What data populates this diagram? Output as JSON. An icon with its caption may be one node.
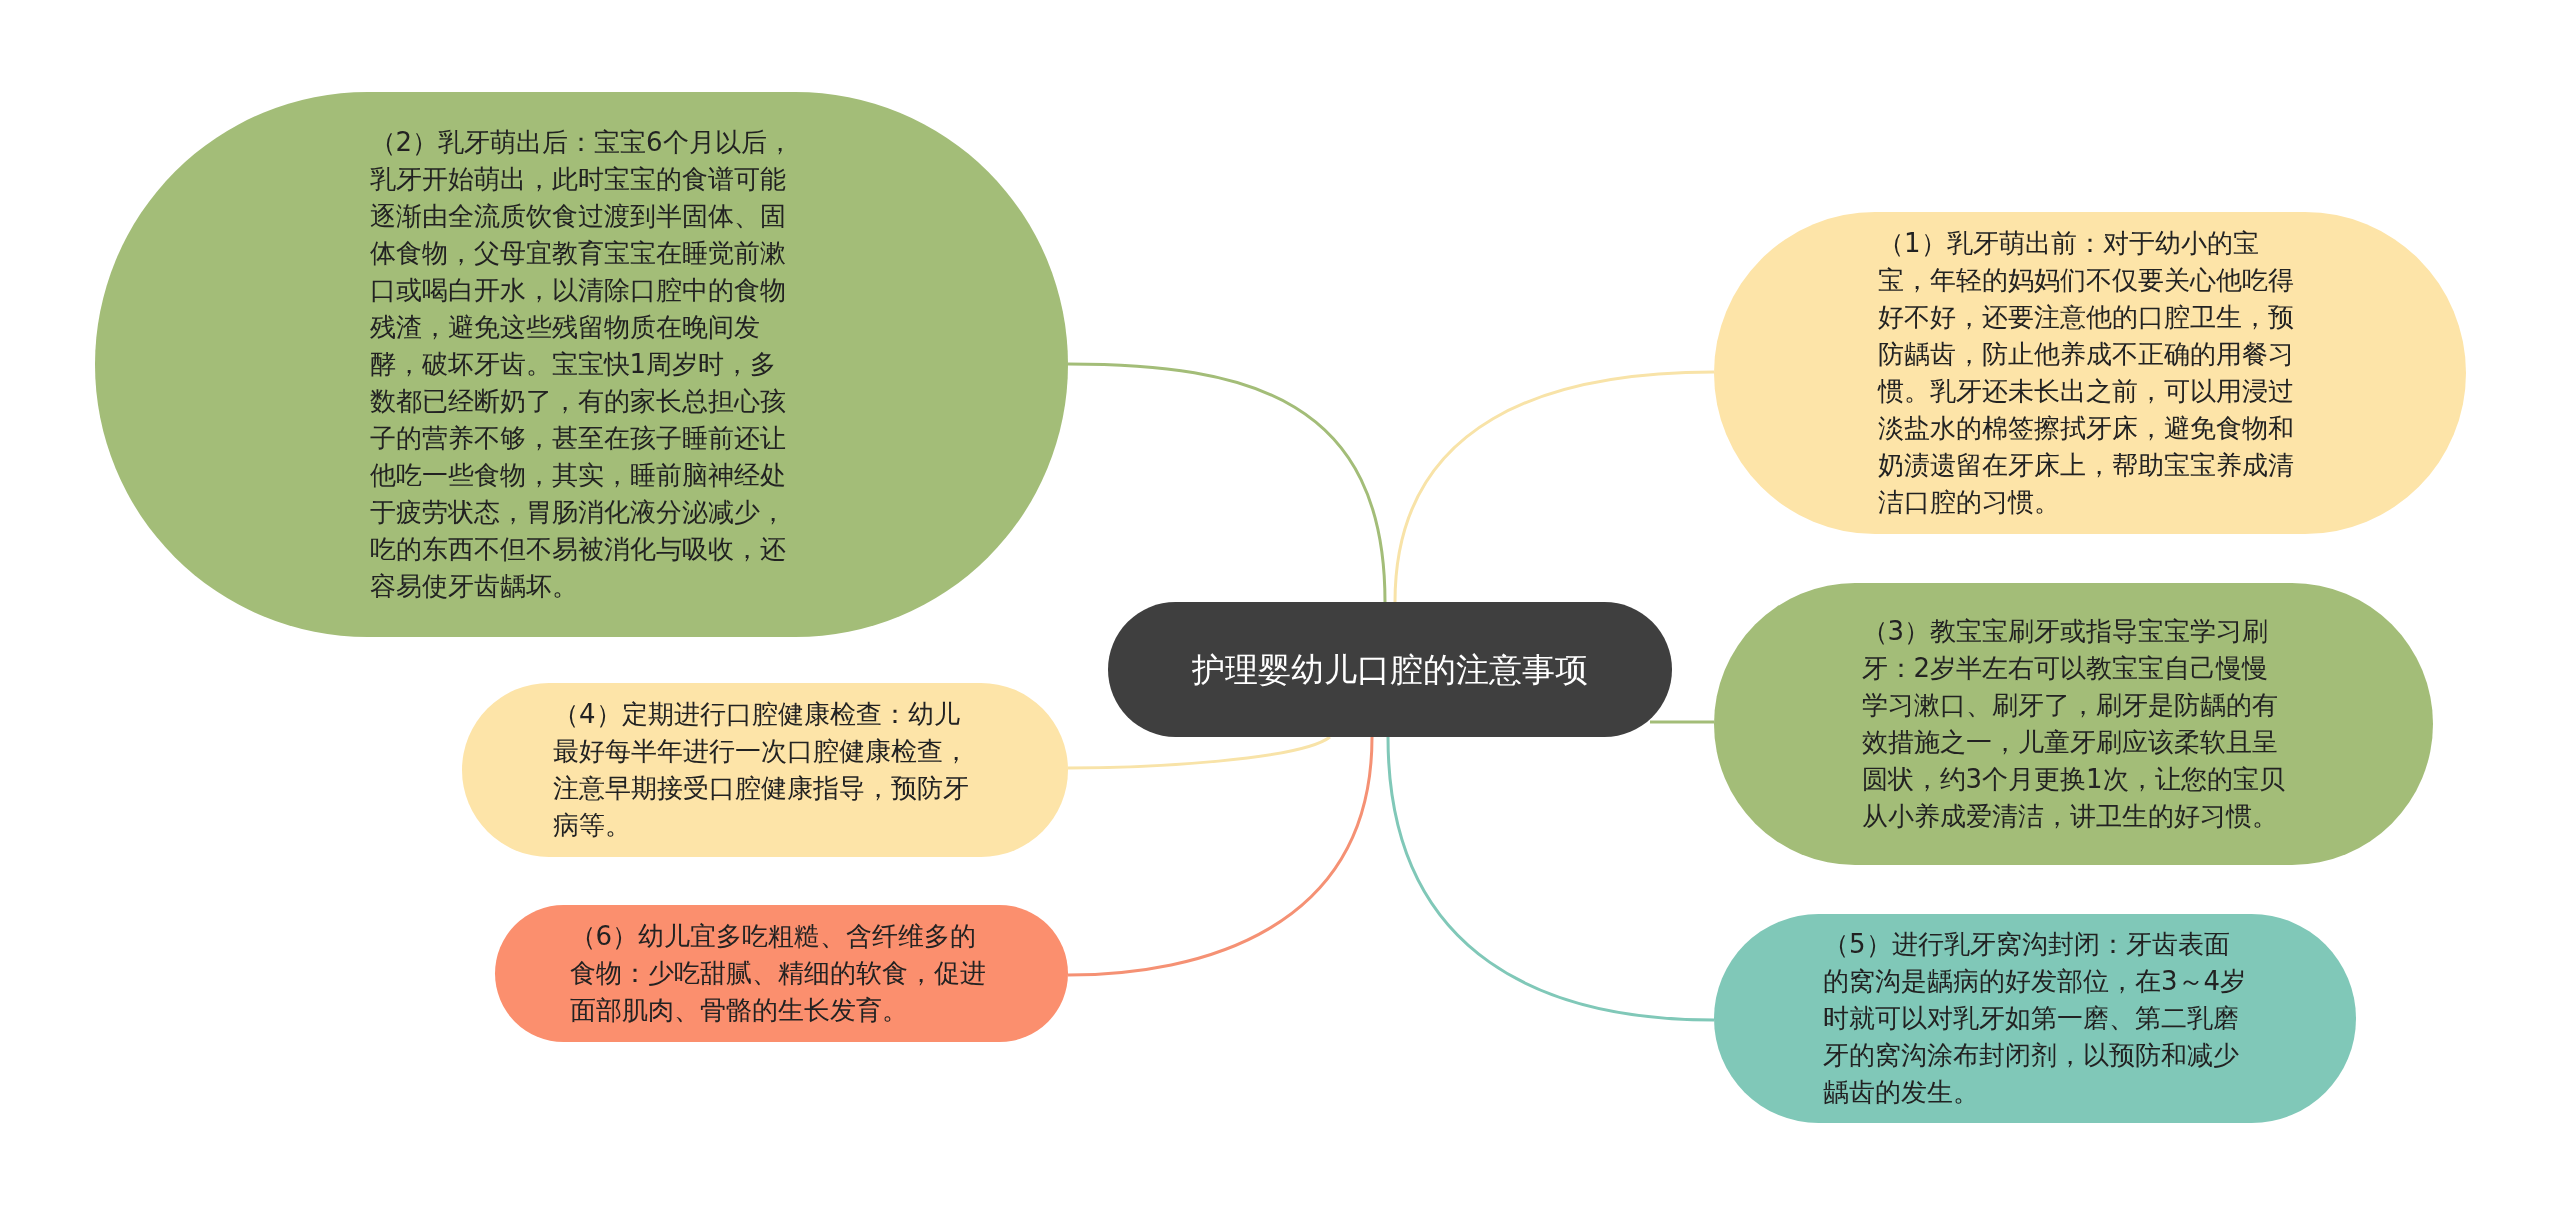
{
  "diagram": {
    "nodes": [
      {
        "text": [
          "护理婴幼儿口腔的注意事项"
        ]
      },
      {
        "text": [
          "（2）乳牙萌出后：宝宝6个月以后，乳牙开始萌出，此时宝宝的食谱可能逐渐由全流质饮食过渡到半固体、固体食物，父母宜教育宝宝在睡觉前漱口或喝白开水，以清除口腔中的食物残渣，避免这些残留物质在晚间发酵，破坏牙齿。宝宝快1周岁时，多数都已经断奶了，有的家长总担心孩子的营养不够，甚至在孩子睡前还让他吃一些食物，其实，睡前脑神经处于疲劳状态，胃肠消化液分泌减少，吃的东西不但不易被消化与吸收，还容易使牙齿龋坏。"
        ]
      },
      {
        "text": [
          "（1）乳牙萌出前：对于幼小的宝宝，年轻的妈妈们不仅要关心他吃得好不好，还要注意他的口腔卫生，预防龋齿，防止他养成不正确的用餐习惯。乳牙还未长出之前，可以用浸过淡盐水的棉签擦拭牙床，避免食物和奶渍遗留在牙床上，帮助宝宝养成清洁口腔的习惯。"
        ]
      },
      {
        "text": [
          "（3）教宝宝刷牙或指导宝宝学习刷牙：2岁半左右可以教宝宝自己慢慢学习漱口、刷牙了，刷牙是防龋的有效措施之一，儿童牙刷应该柔软且呈圆状，约3个月更换1次，让您的宝贝从小养成爱清洁，讲卫生的好习惯。"
        ]
      },
      {
        "text": [
          "（4）定期进行口腔健康检查：幼儿最好每半年进行一次口腔健康检查，注意早期接受口腔健康指导，预防牙病等。"
        ]
      },
      {
        "text": [
          "（5）进行乳牙窝沟封闭：牙齿表面的窝沟是龋病的好发部位，在3～4岁时就可以对乳牙如第一磨、第二乳磨牙的窝沟涂布封闭剂，以预防和减少龋齿的发生。"
        ]
      },
      {
        "text": [
          "（6）幼儿宜多吃粗糙、含纤维多的食物：少吃甜腻、精细的软食，促进面部肌肉、骨骼的生长发育。"
        ]
      }
    ],
    "edges": [
      {
        "from": 0,
        "to": 1,
        "arrow": "none",
        "color": "#a3bd78"
      },
      {
        "from": 0,
        "to": 2,
        "arrow": "none",
        "color": "#f8e3a8"
      },
      {
        "from": 0,
        "to": 3,
        "arrow": "none",
        "color": "#a3bd78"
      },
      {
        "from": 0,
        "to": 4,
        "arrow": "none",
        "color": "#f8e3a8"
      },
      {
        "from": 0,
        "to": 5,
        "arrow": "none",
        "color": "#80c8b8"
      },
      {
        "from": 0,
        "to": 6,
        "arrow": "none",
        "color": "#f59174"
      }
    ]
  }
}
